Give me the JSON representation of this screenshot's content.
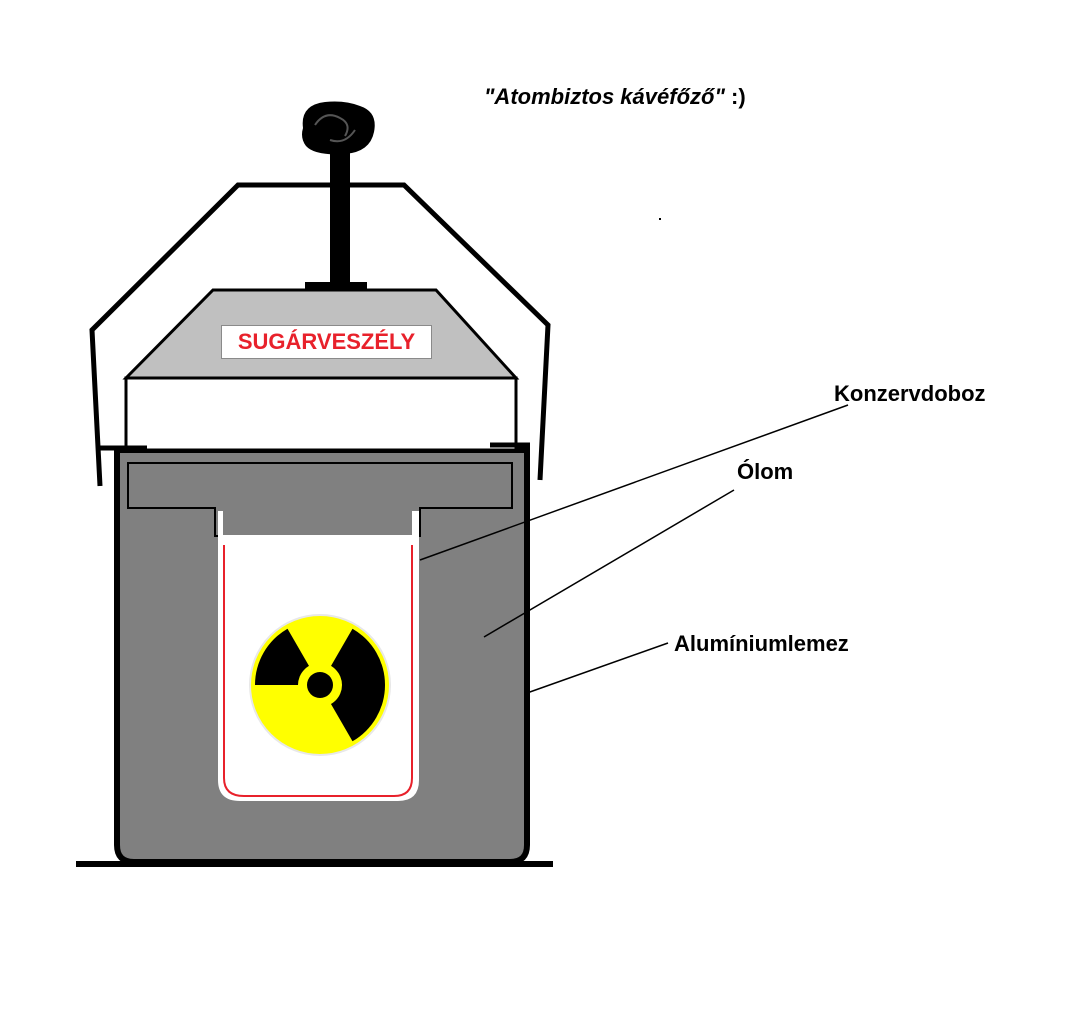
{
  "title": {
    "text": "\"Atombiztos kávéfőző\"",
    "suffix": " :)"
  },
  "warning_sign": {
    "text": "SUGÁRVESZÉLY",
    "color": "#e8212b"
  },
  "labels": {
    "can": "Konzervdoboz",
    "lead": "Ólom",
    "aluminium": "Alumíniumlemez"
  },
  "colors": {
    "shield": "#808080",
    "lid": "#c0c0c0",
    "outline": "#000000",
    "radiation_yellow": "#ffff00",
    "can_line": "#e8212b"
  },
  "icons": {
    "radiation": "radiation-trefoil-icon",
    "knob": "lid-knob-icon"
  }
}
